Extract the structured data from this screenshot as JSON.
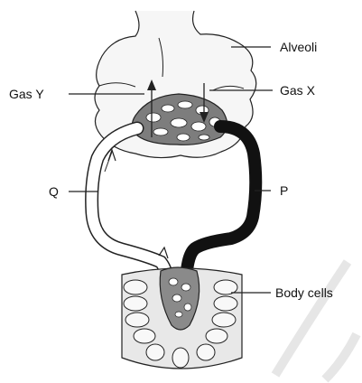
{
  "labels": {
    "alveoli": "Alveoli",
    "gas_y": "Gas Y",
    "gas_x": "Gas X",
    "q": "Q",
    "p": "P",
    "body_cells": "Body cells"
  },
  "colors": {
    "line": "#222222",
    "alveoli_fill": "#f6f6f6",
    "capillary_fill": "#7d7d7d",
    "vessel_p": "#111111",
    "vessel_q_fill": "#ffffff",
    "cells_fill": "#e8e8e8",
    "watermark": "#e6e6e6"
  }
}
